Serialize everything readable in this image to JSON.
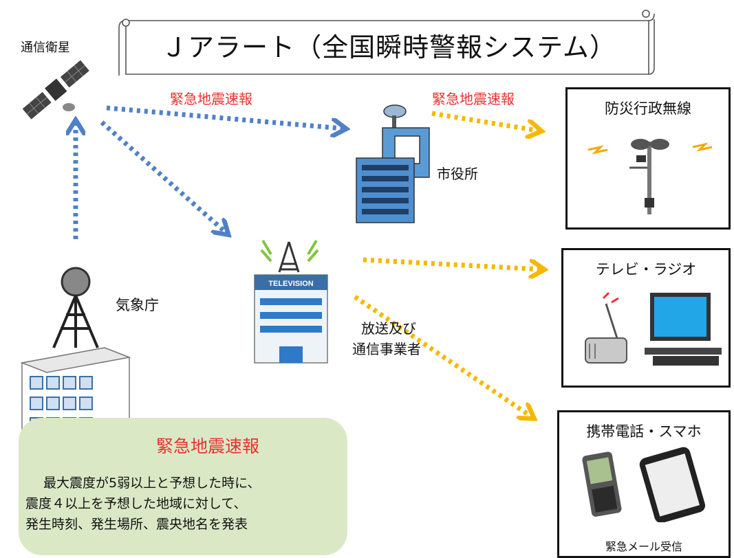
{
  "title": "Ｊアラート（全国瞬時警報システム）",
  "nodes": {
    "satellite": "通信衛星",
    "city_hall": "市役所",
    "jma": "気象庁",
    "broadcast_line1": "放送及び",
    "broadcast_line2": "通信事業者",
    "tv_sign": "TELEVISION"
  },
  "arrow_labels": {
    "sat_to_city": "緊急地震速報",
    "city_to_radio": "緊急地震速報"
  },
  "receivers": {
    "disaster_radio": "防災行政無線",
    "tv_radio": "テレビ・ラジオ",
    "mobile": "携帯電話・スマホ",
    "mobile_caption": "緊急メール受信"
  },
  "info": {
    "heading": "緊急地震速報",
    "lines": [
      "最大震度が5弱以上と予想した時に、",
      "震度４以上を予想した地域に対して、",
      "発生時刻、発生場所、震央地名を発表"
    ]
  },
  "colors": {
    "blue_arrow": "#4f81c7",
    "yellow_arrow": "#f5b800",
    "red_text": "#e8322e",
    "info_bg": "#dbe8c6"
  }
}
